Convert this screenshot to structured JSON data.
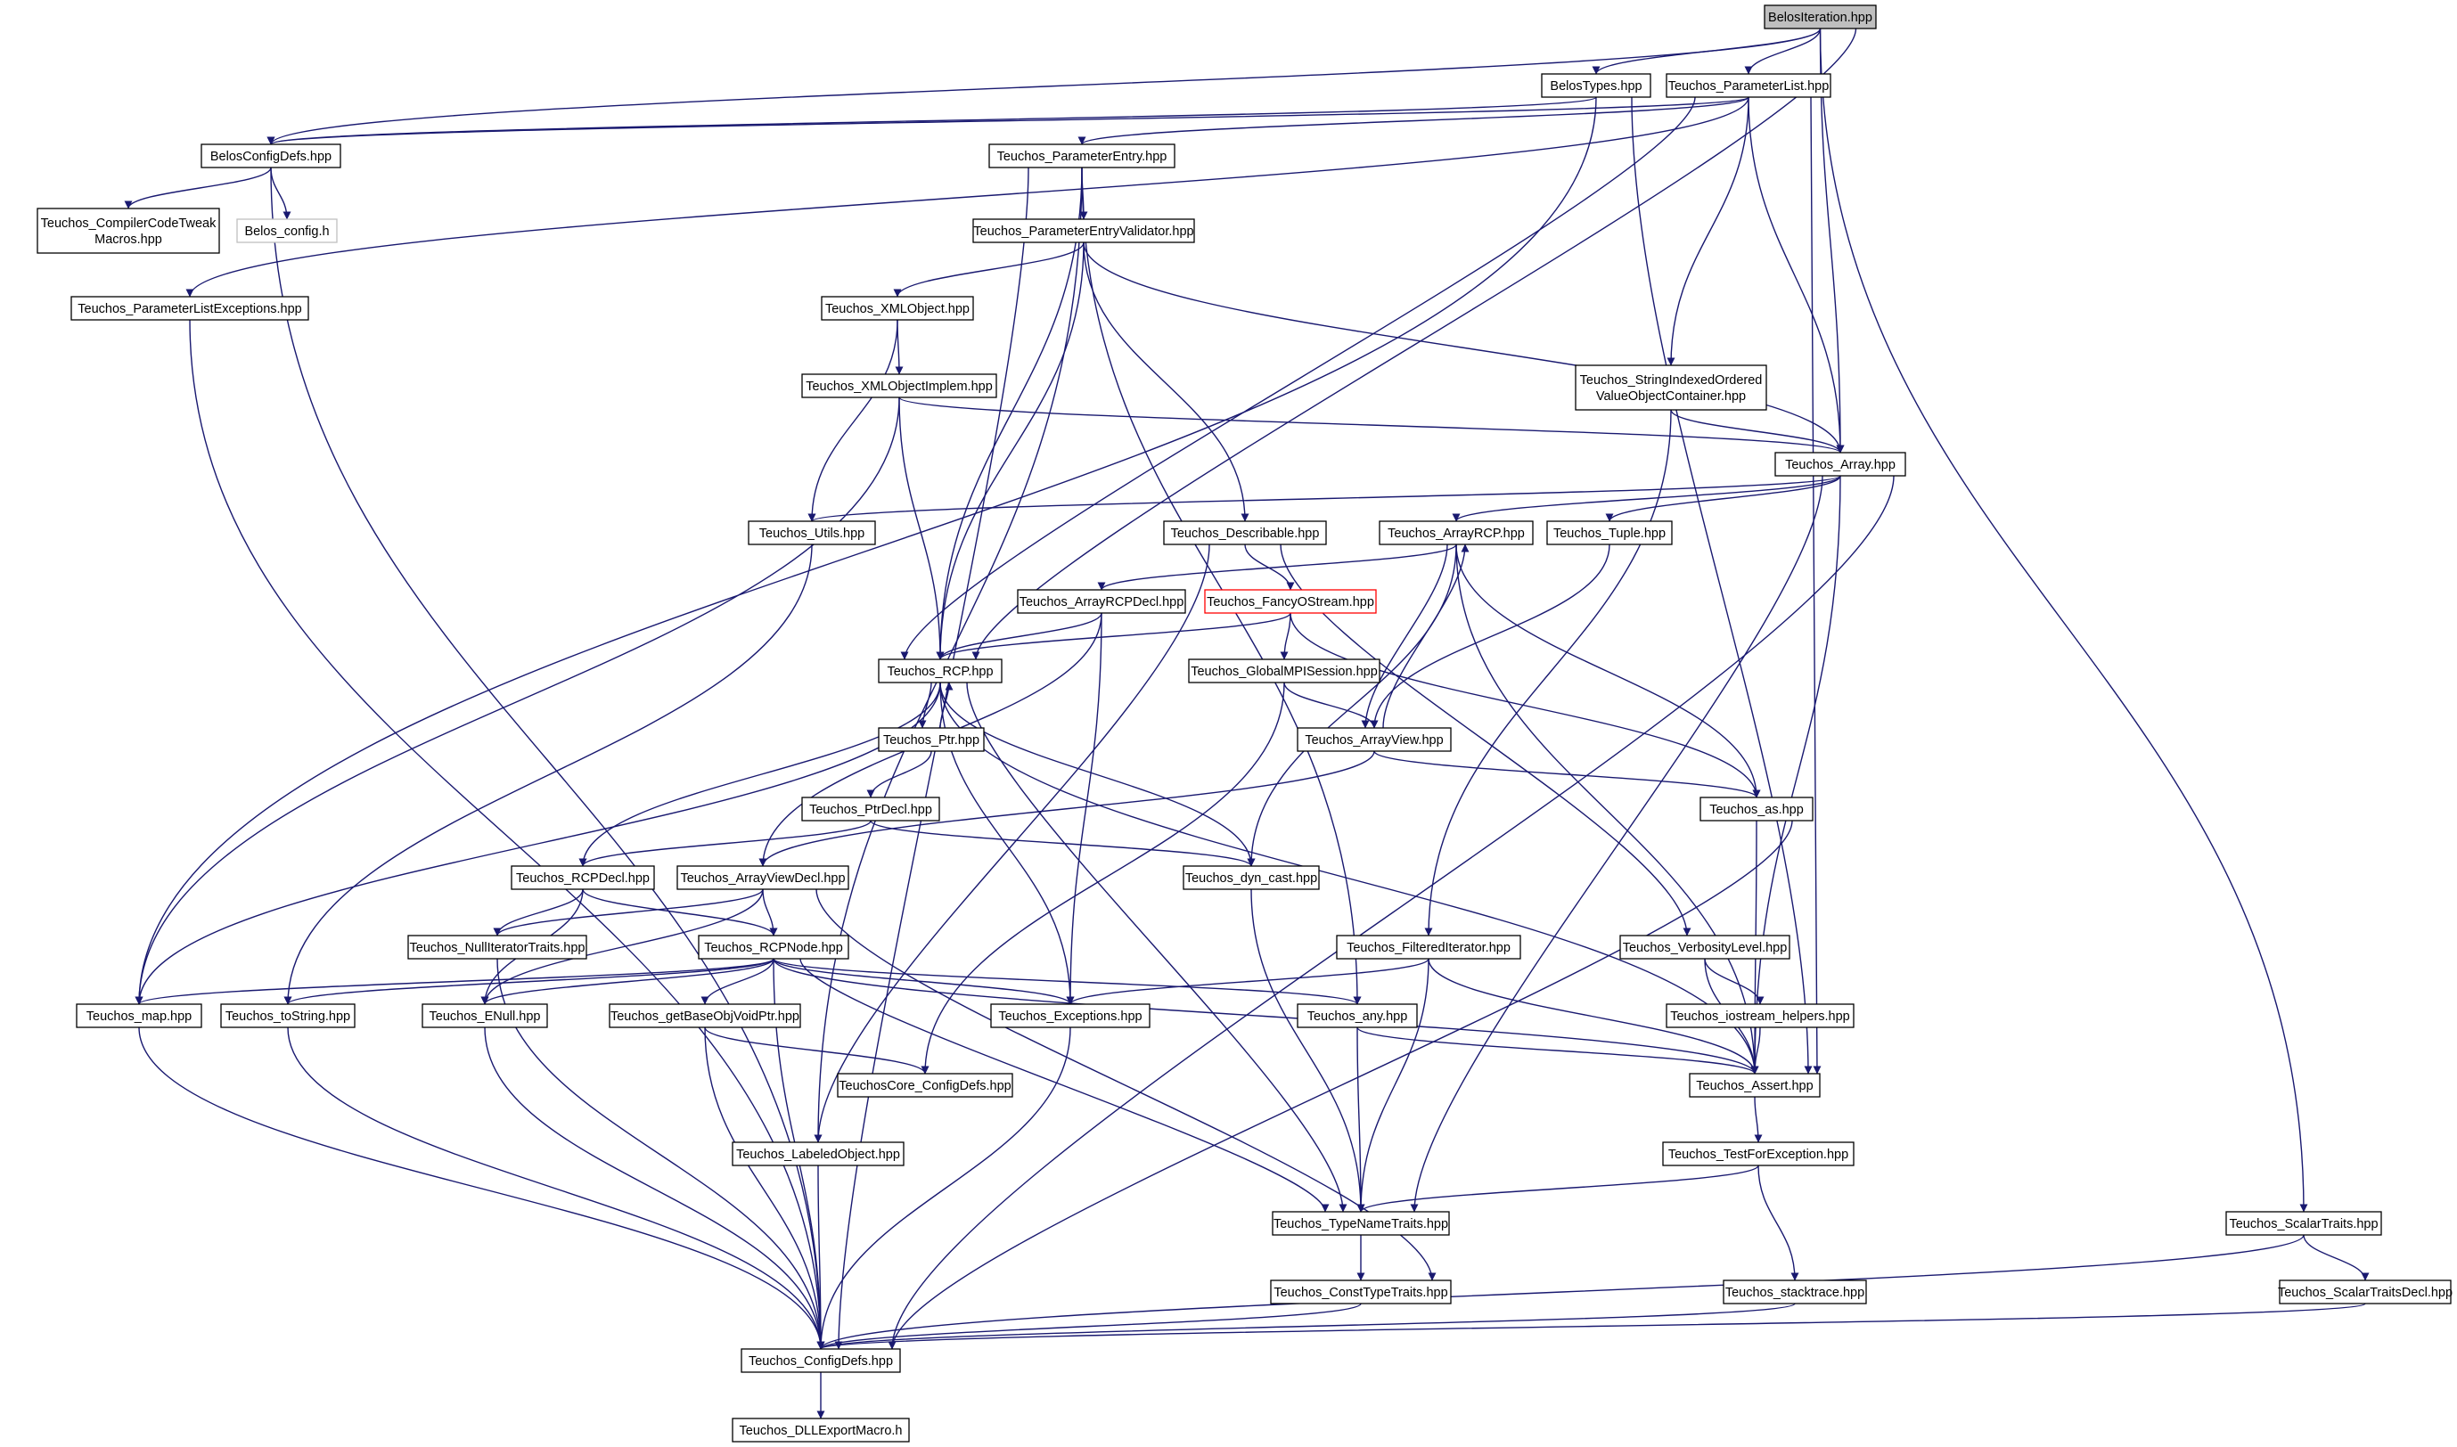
{
  "title": "BelosIteration.hpp",
  "colors": {
    "edge": "#191970",
    "border": "#000000",
    "root_fill": "#bfbfbf",
    "highlight_border": "#ff0000",
    "missing_border": "#bfbfbf"
  },
  "nodes": [
    {
      "id": "belos_iteration",
      "lines": [
        "BelosIteration.hpp"
      ],
      "style": "root"
    },
    {
      "id": "belos_types",
      "lines": [
        "BelosTypes.hpp"
      ]
    },
    {
      "id": "param_list",
      "lines": [
        "Teuchos_ParameterList.hpp"
      ]
    },
    {
      "id": "belos_config",
      "lines": [
        "BelosConfigDefs.hpp"
      ]
    },
    {
      "id": "param_entry",
      "lines": [
        "Teuchos_ParameterEntry.hpp"
      ]
    },
    {
      "id": "compiler_tweak",
      "lines": [
        "Teuchos_CompilerCodeTweak",
        "Macros.hpp"
      ]
    },
    {
      "id": "belos_config_h",
      "lines": [
        "Belos_config.h"
      ],
      "style": "missing"
    },
    {
      "id": "param_entry_validator",
      "lines": [
        "Teuchos_ParameterEntryValidator.hpp"
      ]
    },
    {
      "id": "param_list_exceptions",
      "lines": [
        "Teuchos_ParameterListExceptions.hpp"
      ]
    },
    {
      "id": "xml_object",
      "lines": [
        "Teuchos_XMLObject.hpp"
      ]
    },
    {
      "id": "string_indexed",
      "lines": [
        "Teuchos_StringIndexedOrdered",
        "ValueObjectContainer.hpp"
      ]
    },
    {
      "id": "xml_object_implem",
      "lines": [
        "Teuchos_XMLObjectImplem.hpp"
      ]
    },
    {
      "id": "array",
      "lines": [
        "Teuchos_Array.hpp"
      ]
    },
    {
      "id": "utils",
      "lines": [
        "Teuchos_Utils.hpp"
      ]
    },
    {
      "id": "describable",
      "lines": [
        "Teuchos_Describable.hpp"
      ]
    },
    {
      "id": "array_rcp",
      "lines": [
        "Teuchos_ArrayRCP.hpp"
      ]
    },
    {
      "id": "tuple",
      "lines": [
        "Teuchos_Tuple.hpp"
      ]
    },
    {
      "id": "array_rcp_decl",
      "lines": [
        "Teuchos_ArrayRCPDecl.hpp"
      ]
    },
    {
      "id": "fancy_ostream",
      "lines": [
        "Teuchos_FancyOStream.hpp"
      ],
      "style": "highlight"
    },
    {
      "id": "rcp",
      "lines": [
        "Teuchos_RCP.hpp"
      ]
    },
    {
      "id": "global_mpi",
      "lines": [
        "Teuchos_GlobalMPISession.hpp"
      ]
    },
    {
      "id": "ptr",
      "lines": [
        "Teuchos_Ptr.hpp"
      ]
    },
    {
      "id": "array_view",
      "lines": [
        "Teuchos_ArrayView.hpp"
      ]
    },
    {
      "id": "ptr_decl",
      "lines": [
        "Teuchos_PtrDecl.hpp"
      ]
    },
    {
      "id": "teuchos_as",
      "lines": [
        "Teuchos_as.hpp"
      ]
    },
    {
      "id": "rcp_decl",
      "lines": [
        "Teuchos_RCPDecl.hpp"
      ]
    },
    {
      "id": "array_view_decl",
      "lines": [
        "Teuchos_ArrayViewDecl.hpp"
      ]
    },
    {
      "id": "dyn_cast",
      "lines": [
        "Teuchos_dyn_cast.hpp"
      ]
    },
    {
      "id": "null_iterator",
      "lines": [
        "Teuchos_NullIteratorTraits.hpp"
      ]
    },
    {
      "id": "rcp_node",
      "lines": [
        "Teuchos_RCPNode.hpp"
      ]
    },
    {
      "id": "filtered_iterator",
      "lines": [
        "Teuchos_FilteredIterator.hpp"
      ]
    },
    {
      "id": "verbosity_level",
      "lines": [
        "Teuchos_VerbosityLevel.hpp"
      ]
    },
    {
      "id": "map",
      "lines": [
        "Teuchos_map.hpp"
      ]
    },
    {
      "id": "to_string",
      "lines": [
        "Teuchos_toString.hpp"
      ]
    },
    {
      "id": "enull",
      "lines": [
        "Teuchos_ENull.hpp"
      ]
    },
    {
      "id": "get_base_obj",
      "lines": [
        "Teuchos_getBaseObjVoidPtr.hpp"
      ]
    },
    {
      "id": "exceptions",
      "lines": [
        "Teuchos_Exceptions.hpp"
      ]
    },
    {
      "id": "any",
      "lines": [
        "Teuchos_any.hpp"
      ]
    },
    {
      "id": "iostream_helpers",
      "lines": [
        "Teuchos_iostream_helpers.hpp"
      ]
    },
    {
      "id": "core_config",
      "lines": [
        "TeuchosCore_ConfigDefs.hpp"
      ]
    },
    {
      "id": "assert",
      "lines": [
        "Teuchos_Assert.hpp"
      ]
    },
    {
      "id": "labeled_object",
      "lines": [
        "Teuchos_LabeledObject.hpp"
      ]
    },
    {
      "id": "test_for_exception",
      "lines": [
        "Teuchos_TestForException.hpp"
      ]
    },
    {
      "id": "type_name_traits",
      "lines": [
        "Teuchos_TypeNameTraits.hpp"
      ]
    },
    {
      "id": "scalar_traits",
      "lines": [
        "Teuchos_ScalarTraits.hpp"
      ]
    },
    {
      "id": "const_type_traits",
      "lines": [
        "Teuchos_ConstTypeTraits.hpp"
      ]
    },
    {
      "id": "stacktrace",
      "lines": [
        "Teuchos_stacktrace.hpp"
      ]
    },
    {
      "id": "scalar_traits_decl",
      "lines": [
        "Teuchos_ScalarTraitsDecl.hpp"
      ]
    },
    {
      "id": "config_defs",
      "lines": [
        "Teuchos_ConfigDefs.hpp"
      ]
    },
    {
      "id": "dll_export",
      "lines": [
        "Teuchos_DLLExportMacro.h"
      ]
    }
  ],
  "edges": [
    [
      "belos_iteration",
      "belos_types"
    ],
    [
      "belos_iteration",
      "param_list"
    ],
    [
      "belos_iteration",
      "belos_config"
    ],
    [
      "belos_iteration",
      "rcp"
    ],
    [
      "belos_iteration",
      "array"
    ],
    [
      "belos_iteration",
      "scalar_traits"
    ],
    [
      "belos_types",
      "belos_config"
    ],
    [
      "belos_types",
      "assert"
    ],
    [
      "belos_types",
      "map"
    ],
    [
      "param_list",
      "belos_config"
    ],
    [
      "param_list",
      "param_entry"
    ],
    [
      "param_list",
      "param_list_exceptions"
    ],
    [
      "param_list",
      "string_indexed"
    ],
    [
      "param_list",
      "array"
    ],
    [
      "param_list",
      "assert"
    ],
    [
      "param_list",
      "rcp"
    ],
    [
      "belos_config",
      "compiler_tweak"
    ],
    [
      "belos_config",
      "belos_config_h"
    ],
    [
      "belos_config",
      "config_defs"
    ],
    [
      "param_entry",
      "param_entry_validator"
    ],
    [
      "param_entry",
      "rcp"
    ],
    [
      "param_entry",
      "any"
    ],
    [
      "param_entry",
      "config_defs"
    ],
    [
      "param_entry",
      "labeled_object"
    ],
    [
      "param_entry_validator",
      "xml_object"
    ],
    [
      "param_entry_validator",
      "rcp"
    ],
    [
      "param_entry_validator",
      "describable"
    ],
    [
      "param_entry_validator",
      "array"
    ],
    [
      "param_list_exceptions",
      "config_defs"
    ],
    [
      "xml_object",
      "xml_object_implem"
    ],
    [
      "xml_object",
      "utils"
    ],
    [
      "xml_object_implem",
      "rcp"
    ],
    [
      "xml_object_implem",
      "array"
    ],
    [
      "xml_object_implem",
      "map"
    ],
    [
      "string_indexed",
      "array"
    ],
    [
      "string_indexed",
      "filtered_iterator"
    ],
    [
      "array",
      "utils"
    ],
    [
      "array",
      "array_rcp"
    ],
    [
      "array",
      "tuple"
    ],
    [
      "array",
      "assert"
    ],
    [
      "array",
      "type_name_traits"
    ],
    [
      "array",
      "config_defs"
    ],
    [
      "utils",
      "to_string"
    ],
    [
      "describable",
      "fancy_ostream"
    ],
    [
      "describable",
      "labeled_object"
    ],
    [
      "describable",
      "verbosity_level"
    ],
    [
      "array_rcp",
      "array_rcp_decl"
    ],
    [
      "array_rcp",
      "array_view"
    ],
    [
      "array_rcp",
      "teuchos_as"
    ],
    [
      "array_rcp",
      "dyn_cast"
    ],
    [
      "array_rcp",
      "assert"
    ],
    [
      "tuple",
      "array_view"
    ],
    [
      "array_rcp_decl",
      "rcp"
    ],
    [
      "array_rcp_decl",
      "array_view_decl"
    ],
    [
      "array_rcp_decl",
      "exceptions"
    ],
    [
      "fancy_ostream",
      "rcp"
    ],
    [
      "fancy_ostream",
      "global_mpi"
    ],
    [
      "fancy_ostream",
      "teuchos_as"
    ],
    [
      "rcp",
      "ptr"
    ],
    [
      "rcp",
      "rcp_decl"
    ],
    [
      "rcp",
      "dyn_cast"
    ],
    [
      "rcp",
      "exceptions"
    ],
    [
      "rcp",
      "map"
    ],
    [
      "rcp",
      "type_name_traits"
    ],
    [
      "rcp",
      "assert"
    ],
    [
      "ptr",
      "rcp"
    ],
    [
      "ptr",
      "ptr_decl"
    ],
    [
      "global_mpi",
      "array_view"
    ],
    [
      "global_mpi",
      "core_config"
    ],
    [
      "array_view",
      "array_rcp"
    ],
    [
      "array_view",
      "array_view_decl"
    ],
    [
      "array_view",
      "teuchos_as"
    ],
    [
      "ptr_decl",
      "rcp_decl"
    ],
    [
      "ptr_decl",
      "dyn_cast"
    ],
    [
      "teuchos_as",
      "assert"
    ],
    [
      "teuchos_as",
      "config_defs"
    ],
    [
      "rcp_decl",
      "rcp_node"
    ],
    [
      "rcp_decl",
      "null_iterator"
    ],
    [
      "rcp_decl",
      "enull"
    ],
    [
      "array_view_decl",
      "rcp_node"
    ],
    [
      "array_view_decl",
      "null_iterator"
    ],
    [
      "array_view_decl",
      "enull"
    ],
    [
      "array_view_decl",
      "const_type_traits"
    ],
    [
      "dyn_cast",
      "type_name_traits"
    ],
    [
      "null_iterator",
      "config_defs"
    ],
    [
      "rcp_node",
      "map"
    ],
    [
      "rcp_node",
      "to_string"
    ],
    [
      "rcp_node",
      "enull"
    ],
    [
      "rcp_node",
      "get_base_obj"
    ],
    [
      "rcp_node",
      "exceptions"
    ],
    [
      "rcp_node",
      "any"
    ],
    [
      "rcp_node",
      "assert"
    ],
    [
      "rcp_node",
      "type_name_traits"
    ],
    [
      "rcp_node",
      "config_defs"
    ],
    [
      "filtered_iterator",
      "exceptions"
    ],
    [
      "filtered_iterator",
      "assert"
    ],
    [
      "filtered_iterator",
      "type_name_traits"
    ],
    [
      "verbosity_level",
      "iostream_helpers"
    ],
    [
      "verbosity_level",
      "assert"
    ],
    [
      "map",
      "config_defs"
    ],
    [
      "to_string",
      "config_defs"
    ],
    [
      "enull",
      "config_defs"
    ],
    [
      "get_base_obj",
      "core_config"
    ],
    [
      "get_base_obj",
      "config_defs"
    ],
    [
      "exceptions",
      "config_defs"
    ],
    [
      "any",
      "assert"
    ],
    [
      "any",
      "type_name_traits"
    ],
    [
      "iostream_helpers",
      "assert"
    ],
    [
      "assert",
      "test_for_exception"
    ],
    [
      "labeled_object",
      "config_defs"
    ],
    [
      "test_for_exception",
      "type_name_traits"
    ],
    [
      "test_for_exception",
      "stacktrace"
    ],
    [
      "type_name_traits",
      "const_type_traits"
    ],
    [
      "scalar_traits",
      "scalar_traits_decl"
    ],
    [
      "scalar_traits",
      "config_defs"
    ],
    [
      "const_type_traits",
      "config_defs"
    ],
    [
      "stacktrace",
      "config_defs"
    ],
    [
      "scalar_traits_decl",
      "config_defs"
    ],
    [
      "config_defs",
      "dll_export"
    ]
  ]
}
